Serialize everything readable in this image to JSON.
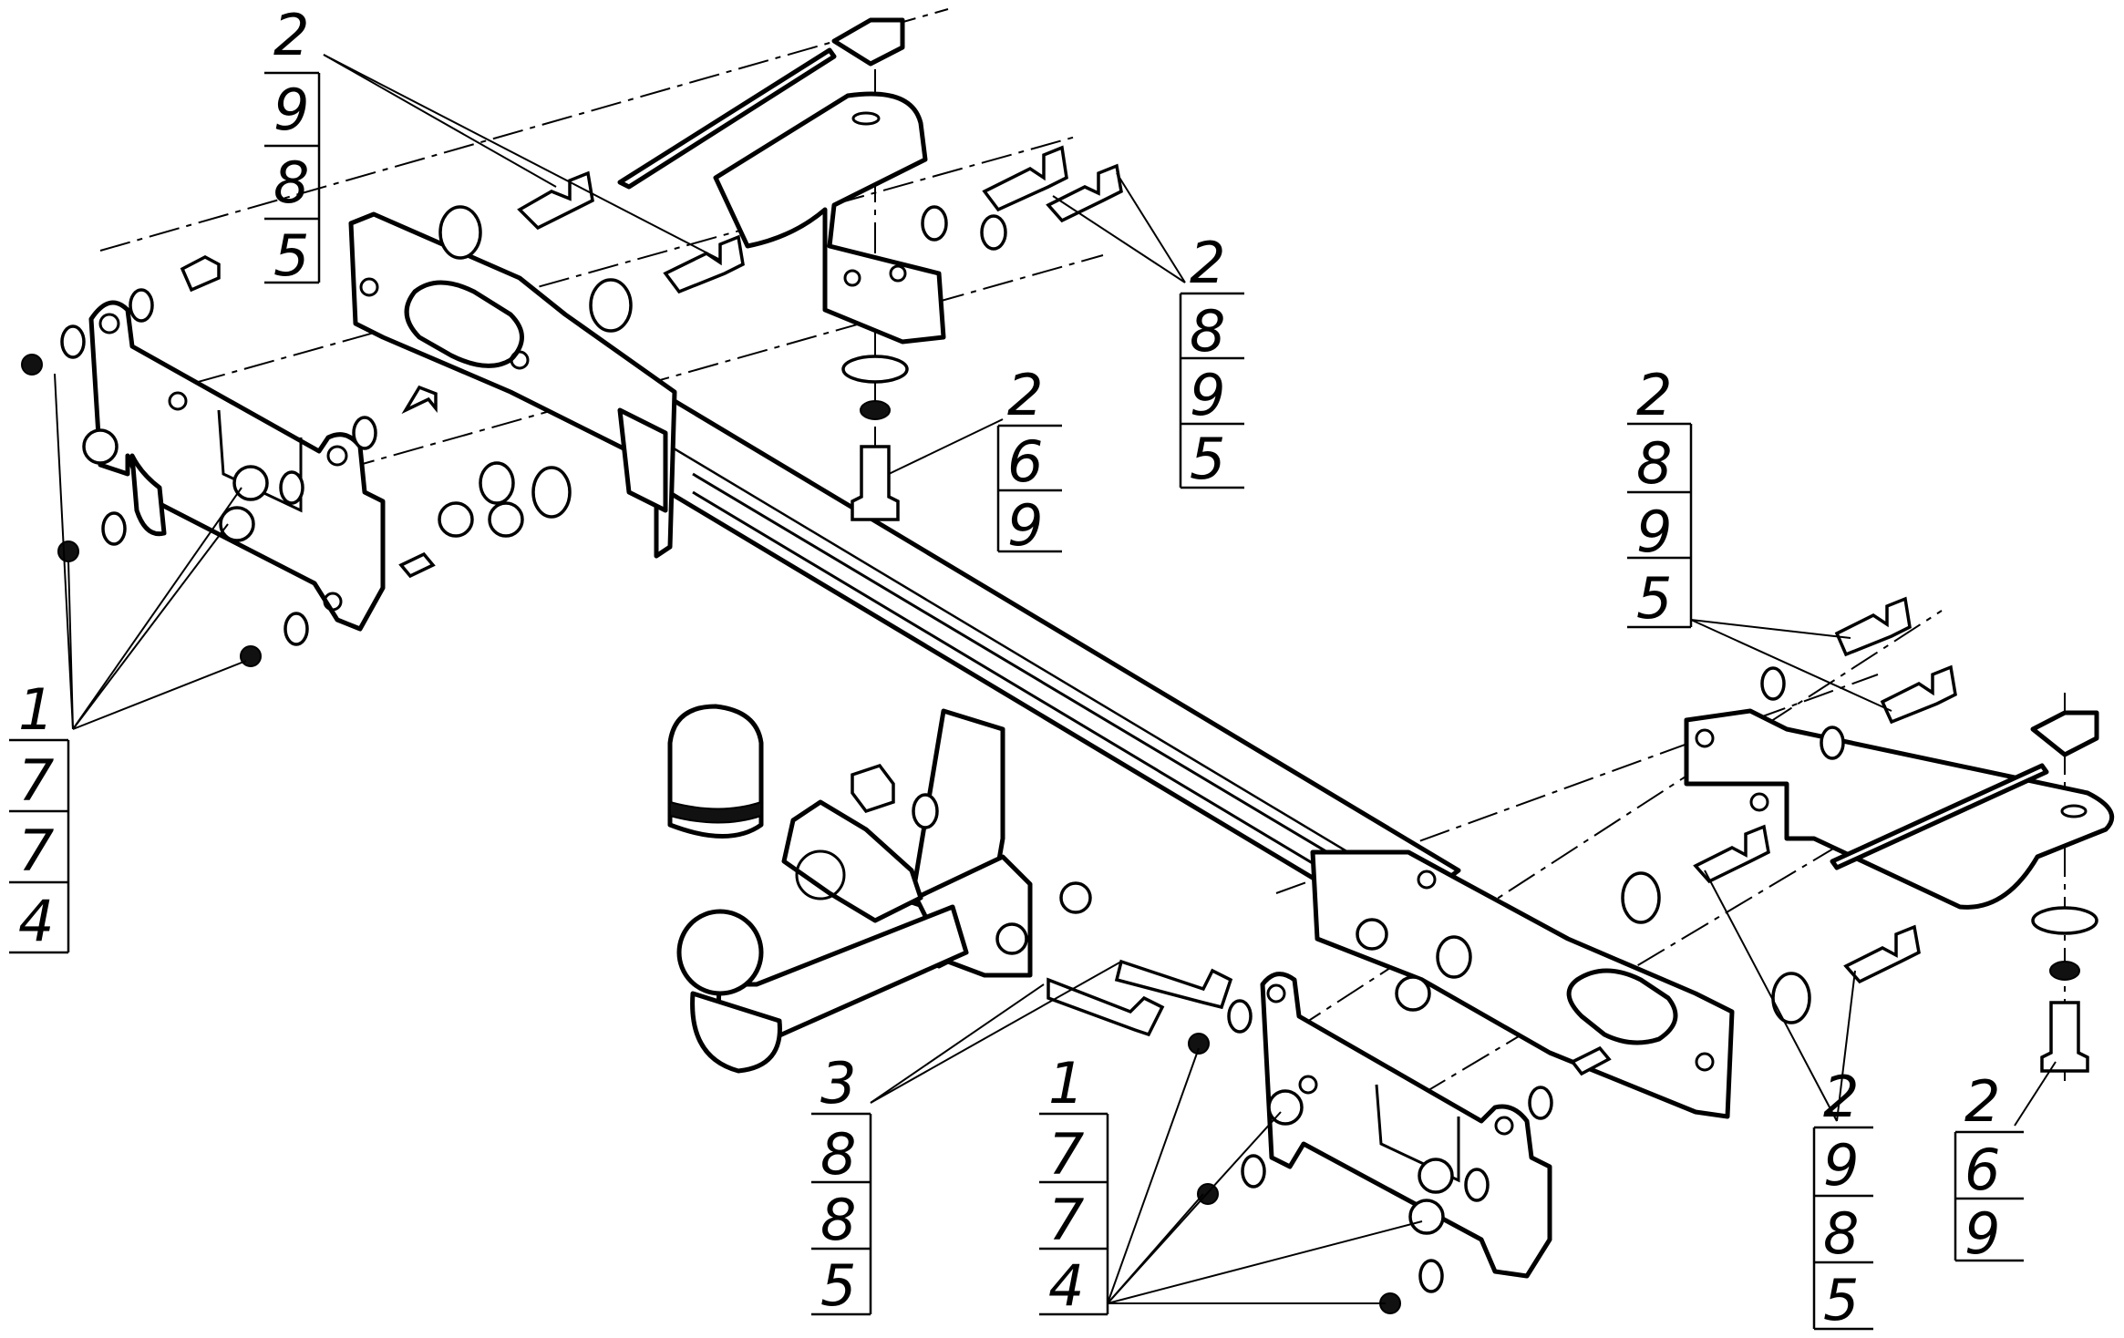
{
  "callouts": [
    {
      "id": "top-left",
      "numbers": [
        "2",
        "9",
        "8",
        "5"
      ]
    },
    {
      "id": "left",
      "numbers": [
        "1",
        "7",
        "7",
        "4"
      ]
    },
    {
      "id": "top-center-r",
      "numbers": [
        "2",
        "8",
        "9",
        "5"
      ]
    },
    {
      "id": "center-bolt",
      "numbers": [
        "2",
        "6",
        "9"
      ]
    },
    {
      "id": "right-upper",
      "numbers": [
        "2",
        "8",
        "9",
        "5"
      ]
    },
    {
      "id": "bottom-mid-l",
      "numbers": [
        "3",
        "8",
        "8",
        "5"
      ]
    },
    {
      "id": "bottom-mid",
      "numbers": [
        "1",
        "7",
        "7",
        "4"
      ]
    },
    {
      "id": "bottom-right",
      "numbers": [
        "2",
        "9",
        "8",
        "5"
      ]
    },
    {
      "id": "right-bolt",
      "numbers": [
        "2",
        "6",
        "9"
      ]
    }
  ]
}
